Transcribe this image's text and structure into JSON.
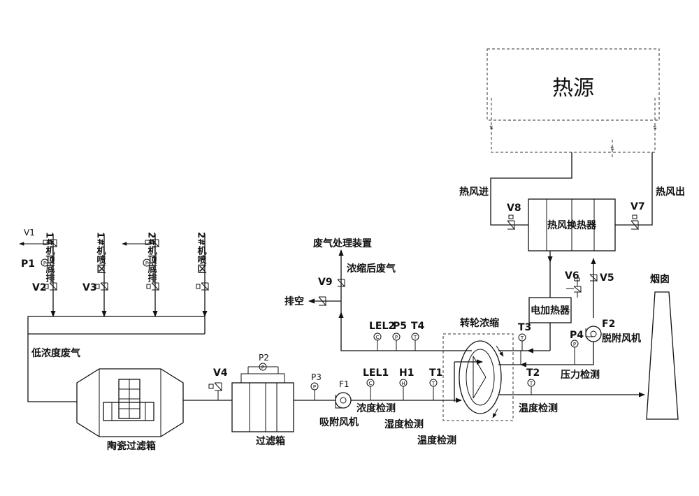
{
  "heat_source": "热源",
  "hot_air_in": "热风进",
  "hot_air_out": "热风出",
  "heat_exchanger": "热风换热器",
  "electric_heater": "电加热器",
  "chimney": "烟囱",
  "exhaust_treatment": "废气处理装置",
  "concentrated_gas": "浓缩后废气",
  "vent": "排空",
  "rotor": "转轮浓缩",
  "desorb_fan_id": "F2",
  "desorb_fan": "脱附风机",
  "pressure_check": "压力检测",
  "temp_check_right": "温度检测",
  "low_conc_gas": "低浓度废气",
  "ceramic_filter": "陶瓷过滤箱",
  "filter_box": "过滤箱",
  "adsorb_fan_id": "F1",
  "adsorb_fan": "吸附风机",
  "conc_check": "浓度检测",
  "humidity_check": "湿度检测",
  "temp_check": "温度检测",
  "sources": [
    "1#机顶底排",
    "1#机喷区",
    "2#机顶底排",
    "2#机喷区"
  ],
  "instruments": {
    "V1": "V1",
    "V2": "V2",
    "V3": "V3",
    "V4": "V4",
    "V5": "V5",
    "V6": "V6",
    "V7": "V7",
    "V8": "V8",
    "V9": "V9",
    "P1": "P1",
    "P2": "P2",
    "P3": "P3",
    "P4": "P4",
    "P5": "P5",
    "T1": "T1",
    "T2": "T2",
    "T3": "T3",
    "T4": "T4",
    "LEL1": "LEL1",
    "LEL2": "LEL2",
    "H1": "H1"
  },
  "gauge_letters": {
    "p": "P",
    "c": "C",
    "h": "H",
    "t": "T"
  }
}
